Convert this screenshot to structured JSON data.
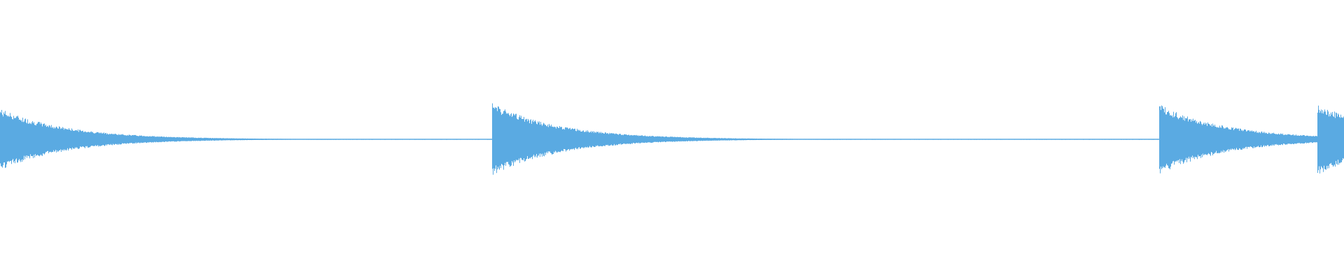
{
  "waveform": {
    "color": "#5aaae2",
    "background": "#ffffff",
    "duration_fraction_onsets": [
      0.0,
      0.366,
      0.862,
      0.98
    ],
    "onset_peak_amplitude": [
      0.85,
      1.0,
      0.97,
      0.98
    ],
    "decay_rate": 14,
    "noise_floor": 0.008
  }
}
